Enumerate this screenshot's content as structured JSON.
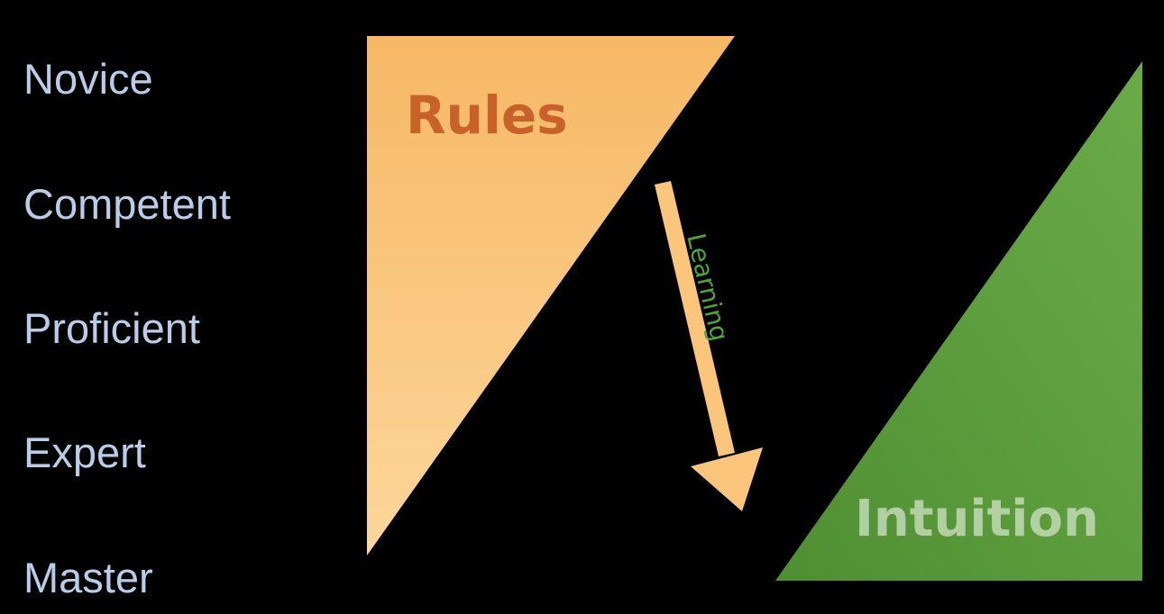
{
  "levels": [
    "Novice",
    "Competent",
    "Proficient",
    "Expert",
    "Master"
  ],
  "rules_label": "Rules",
  "intuition_label": "Intuition",
  "arrow_label": "Learning",
  "colors": {
    "background": "#000000",
    "levels_text": "#b9cde8",
    "rules_fill_top": "#f6b865",
    "rules_fill_bottom": "#fdd69a",
    "rules_text": "#c8622a",
    "intuition_fill": "#5a9a3a",
    "intuition_text": "#bcd6ae",
    "arrow": "#fcc57c",
    "learning_text": "#4fa53c"
  }
}
